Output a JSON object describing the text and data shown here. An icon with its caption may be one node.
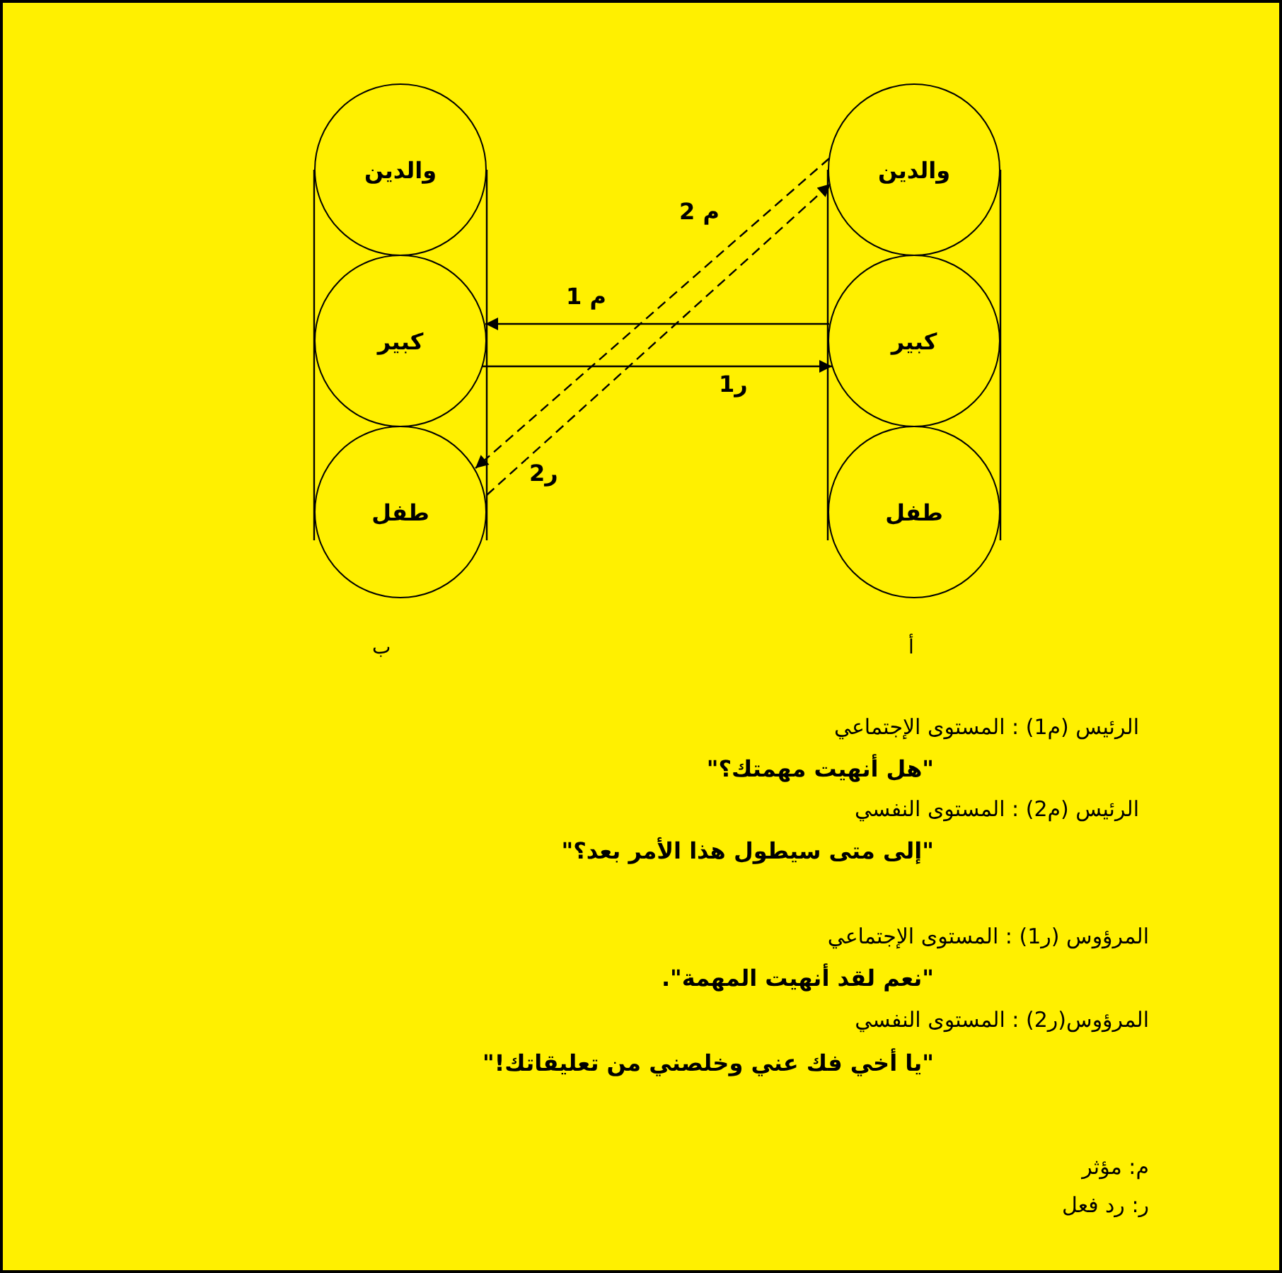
{
  "diagram": {
    "nodes": [
      {
        "text": [
          "أ"
        ]
      },
      {
        "text": [
          "والدين"
        ],
        "in": 0
      },
      {
        "text": [
          "كبير"
        ],
        "in": 0
      },
      {
        "text": [
          "طفل"
        ],
        "in": 0
      },
      {
        "text": [
          "ب"
        ]
      },
      {
        "text": [
          "والدين"
        ],
        "in": 4
      },
      {
        "text": [
          "كبير"
        ],
        "in": 4
      },
      {
        "text": [
          "طفل"
        ],
        "in": 4
      }
    ],
    "edges": [
      {
        "from": 2,
        "to": 6,
        "arrow": "to",
        "label": "م 1"
      },
      {
        "from": 6,
        "to": 2,
        "arrow": "to",
        "label": "ر1"
      },
      {
        "from": 1,
        "to": 7,
        "arrow": "to",
        "label": "م 2",
        "style": "dashed"
      },
      {
        "from": 7,
        "to": 1,
        "arrow": "to",
        "label": "ر2",
        "style": "dashed"
      }
    ],
    "labels": [
      "الرئيس (م1)    : المستوى الإجتماعي",
      "\"هل أنهيت مهمتك؟\"",
      "الرئيس (م2)    : المستوى النفسي",
      "\"إلى متى سيطول هذا الأمر بعد؟\"",
      "المرؤوس (ر1) : المستوى الإجتماعي",
      "\"نعم لقد أنهيت المهمة\".",
      "المرؤوس(ر2) : المستوى النفسي",
      "\"يا أخي فك عني وخلصني من تعليقاتك!\"",
      "م: مؤثر",
      "ر: رد فعل"
    ]
  }
}
